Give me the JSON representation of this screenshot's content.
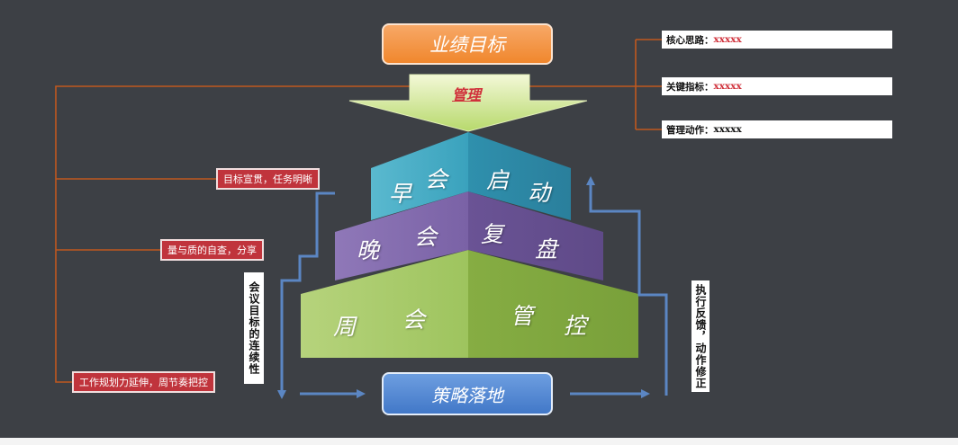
{
  "goal": "业绩目标",
  "manage": "管理",
  "pyramid": {
    "top": [
      "早",
      "会",
      "启",
      "动"
    ],
    "middle": [
      "晚",
      "会",
      "复",
      "盘"
    ],
    "bottom": [
      "周",
      "会",
      "管",
      "控"
    ]
  },
  "strategy": "策略落地",
  "left_labels": [
    "目标宣贯，任务明晰",
    "量与质的自查，分享",
    "工作规划力延伸，周节奏把控"
  ],
  "right_info": [
    {
      "label": "核心思路：",
      "value": "xxxxx"
    },
    {
      "label": "关键指标：",
      "value": "xxxxx"
    },
    {
      "label": "管理动作：",
      "value": "xxxxx"
    }
  ],
  "left_vertical": "会议目标的连续性",
  "right_vertical": "执行反馈，动作修正",
  "colors": {
    "background": "#3d4045",
    "goal_box": "#f0872d",
    "strategy_box": "#4278c8",
    "top_tier": "#3aa2bd",
    "middle_tier": "#7a62a6",
    "bottom_tier": "#8fb84e",
    "connector_line": "#c0581e",
    "arrow": "#5b86c3",
    "label_red": "#c0343c"
  }
}
